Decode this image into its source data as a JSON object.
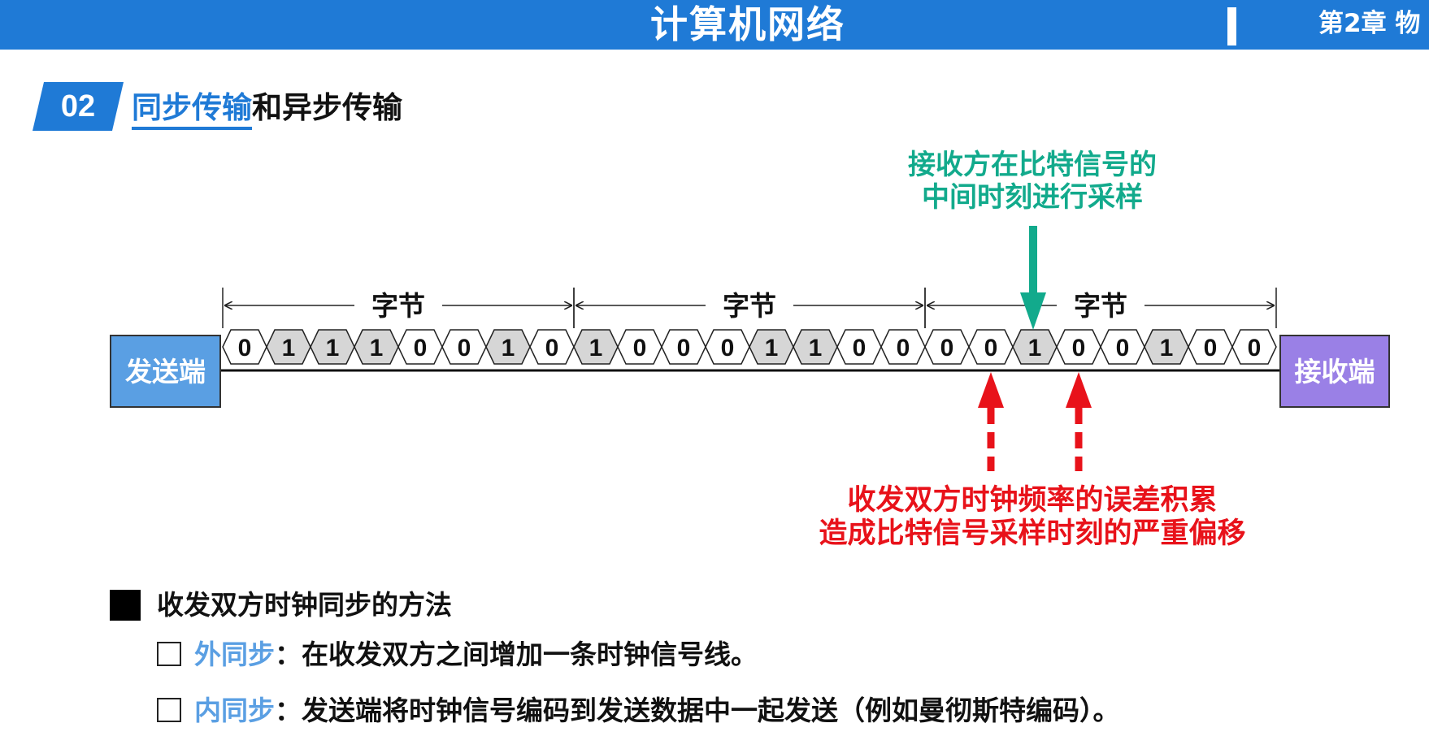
{
  "header": {
    "course_title": "计算机网络",
    "chapter": "第2章 物"
  },
  "section": {
    "number": "02",
    "title_highlight": "同步传输",
    "title_rest": "和异步传输"
  },
  "diagram": {
    "sender_label": "发送端",
    "receiver_label": "接收端",
    "byte_label": "字节",
    "bytes": [
      [
        "0",
        "1",
        "1",
        "1",
        "0",
        "0",
        "1",
        "0"
      ],
      [
        "1",
        "0",
        "0",
        "0",
        "1",
        "1",
        "0",
        "0"
      ],
      [
        "0",
        "0",
        "1",
        "0",
        "0",
        "1",
        "0",
        "0"
      ]
    ],
    "correct_note": {
      "line1": "接收方在比特信号的",
      "line2": "中间时刻进行采样"
    },
    "error_note": {
      "line1": "收发双方时钟频率的误差积累",
      "line2": "造成比特信号采样时刻的严重偏移"
    },
    "colors": {
      "bit_one_fill": "#d6d6d6",
      "bit_zero_fill": "#ffffff",
      "green": "#12aa8c",
      "red": "#e8121a"
    }
  },
  "methods": {
    "heading": "收发双方时钟同步的方法",
    "items": [
      {
        "term": "外同步",
        "sep": "：",
        "text": "在收发双方之间增加一条时钟信号线。"
      },
      {
        "term": "内同步",
        "sep": "：",
        "text": "发送端将时钟信号编码到发送数据中一起发送（例如曼彻斯特编码）。"
      }
    ]
  }
}
